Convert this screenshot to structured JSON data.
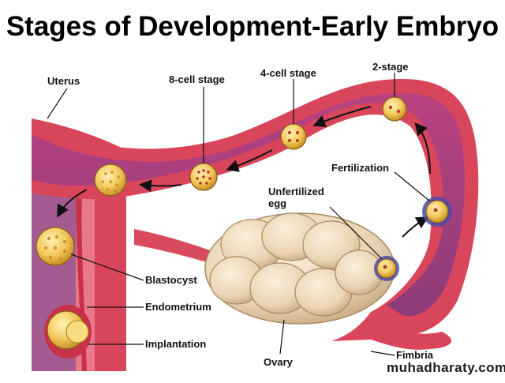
{
  "title": "Stages of Development-Early Embryo",
  "labels": {
    "uterus": "Uterus",
    "eight_cell": "8-cell stage",
    "four_cell": "4-cell stage",
    "two_stage": "2-stage",
    "fertilization": "Fertilization",
    "unfertilized_egg_line1": "Unfertilized",
    "unfertilized_egg_line2": "egg",
    "blastocyst": "Blastocyst",
    "endometrium": "Endometrium",
    "implantation": "Implantation",
    "ovary": "Ovary",
    "fimbria": "Fimbria"
  },
  "watermark": "muhadharaty.com",
  "colors": {
    "tissue_outer": "#c8324a",
    "tissue_wall": "#e06a7e",
    "lumen": "#a95a8f",
    "ovary": "#efdcc0",
    "ovary_shadow": "#c9b08f",
    "cell_fill": "#f2c95a",
    "cell_edge": "#b47a1e",
    "egg_halo": "#4a4aa8"
  }
}
